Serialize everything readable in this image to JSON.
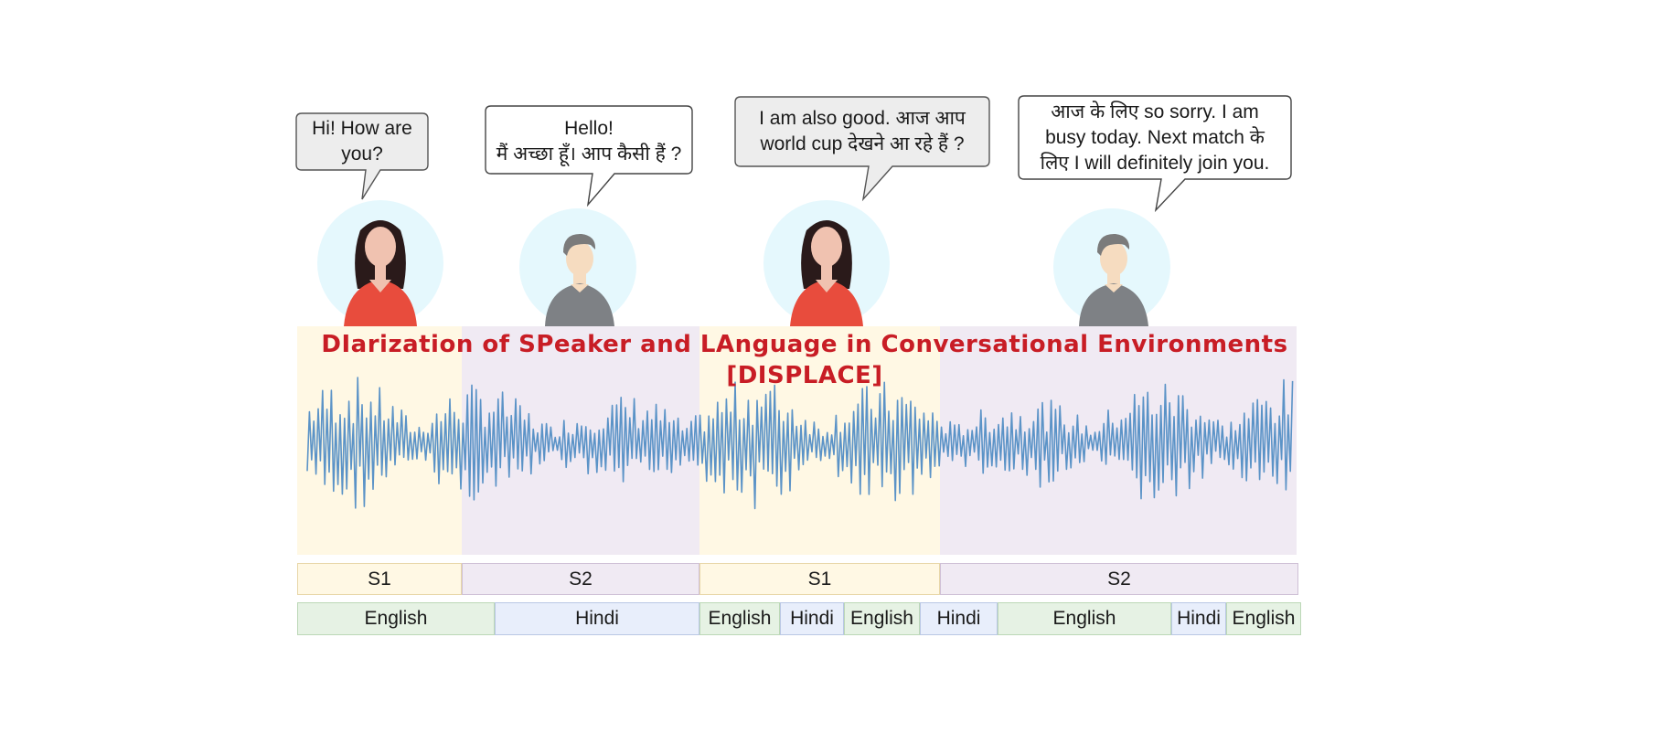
{
  "colors": {
    "s1_region": "#fff8e4",
    "s2_region": "#f0eaf3",
    "waveform": "#5b93c7",
    "title": "#c81d25",
    "bubble_fill": "#ededed",
    "bubble_stroke": "#555555",
    "avatar_bg": "#e5f8fd",
    "english_cell": "#e6f2e4",
    "hindi_cell": "#e8eefb"
  },
  "title": {
    "line1": "DIarization of SPeaker and LAnguage in Conversational Environments",
    "line2": "[DISPLACE]"
  },
  "bubbles": [
    {
      "speaker": "S1",
      "text": "Hi! How are\nyou?"
    },
    {
      "speaker": "S2",
      "text": "Hello!\nमैं अच्छा हूँ। आप कैसी हैं ?"
    },
    {
      "speaker": "S1",
      "text": "I am also good.  आज आप\nworld cup देखने आ रहे हैं ?"
    },
    {
      "speaker": "S2",
      "text": "आज के लिए so sorry. I am\nbusy today. Next match के\nलिए I will definitely join you."
    }
  ],
  "avatars": [
    {
      "icon": "woman-avatar-icon"
    },
    {
      "icon": "man-avatar-icon"
    },
    {
      "icon": "woman-avatar-icon"
    },
    {
      "icon": "man-avatar-icon"
    }
  ],
  "speaker_row": [
    "S1",
    "S2",
    "S1",
    "S2"
  ],
  "language_row": [
    "English",
    "Hindi",
    "English",
    "Hindi",
    "English",
    "Hindi",
    "English",
    "Hindi",
    "English"
  ]
}
